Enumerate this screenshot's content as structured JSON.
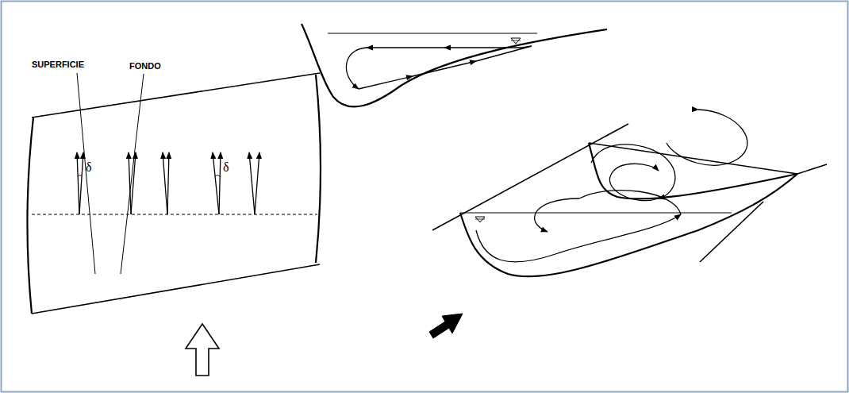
{
  "diagram": {
    "labels": [
      "SUPERFICIE",
      "FONDO",
      "δ",
      "δ"
    ]
  }
}
